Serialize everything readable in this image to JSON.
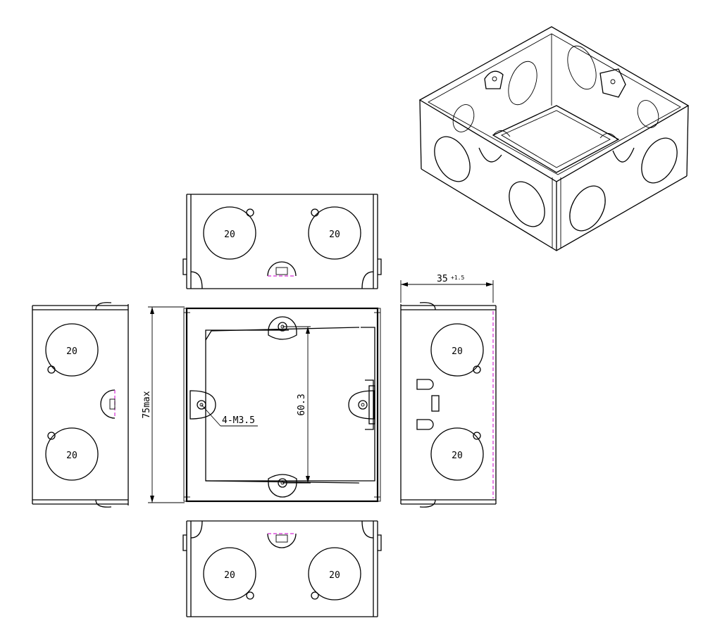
{
  "knockout_label": "20",
  "dimensions": {
    "depth": "35",
    "depth_tolerance": "+1.5",
    "height": "75max",
    "hole_spacing": "60.3",
    "screw_holes": "4-M3.5"
  },
  "colors": {
    "line": "#000000",
    "hidden_edge": "#d62ad6",
    "background": "#ffffff"
  }
}
